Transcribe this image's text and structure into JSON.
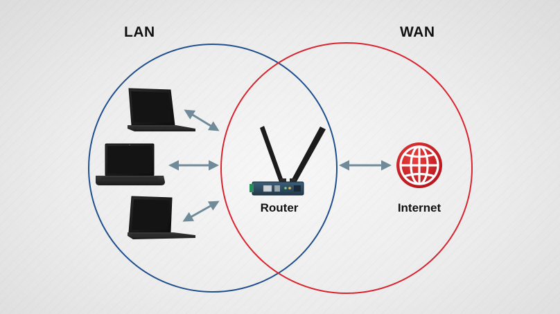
{
  "zones": {
    "lan": {
      "label": "LAN",
      "color": "#1f4e8c"
    },
    "wan": {
      "label": "WAN",
      "color": "#d9232e"
    }
  },
  "nodes": {
    "router": {
      "label": "Router"
    },
    "internet": {
      "label": "Internet"
    }
  },
  "devices": {
    "laptops": [
      "laptop-icon",
      "laptop-icon",
      "laptop-icon"
    ],
    "router_icon": "router-icon",
    "internet_icon": "globe-icon"
  },
  "connectors": {
    "color": "#6f8a99",
    "style": "double-arrow"
  }
}
